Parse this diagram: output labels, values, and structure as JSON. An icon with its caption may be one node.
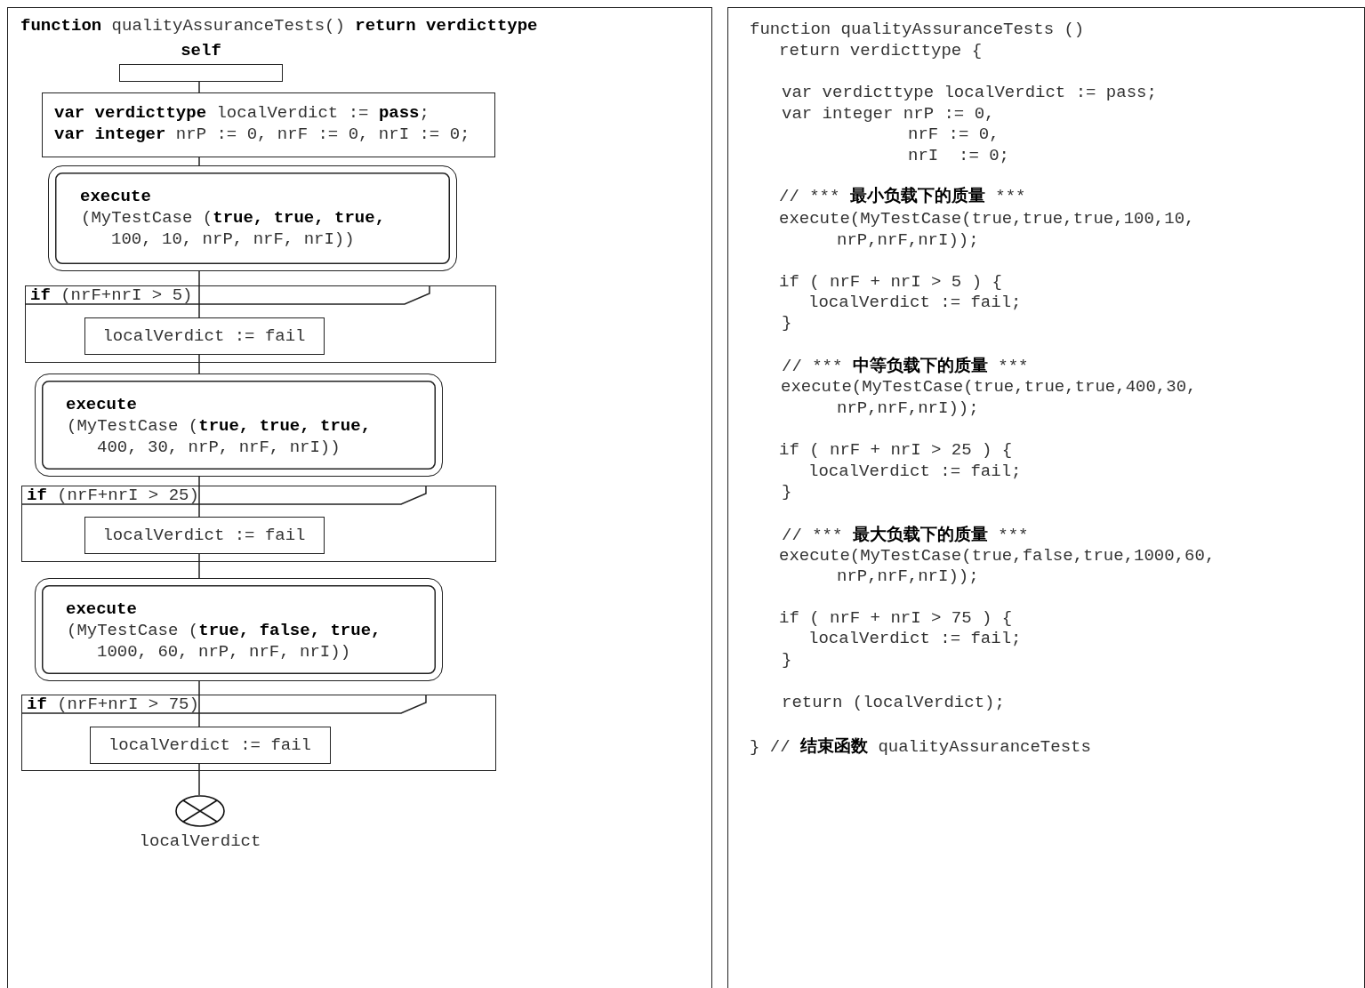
{
  "diagram": {
    "nodes": [
      {
        "text": [
          "**function** qualityAssuranceTests() **return verdicttype**"
        ]
      },
      {
        "text": [
          "self"
        ],
        "in": 0
      },
      {
        "text": [
          "**var verdicttype** localVerdict := **pass**;",
          "**var integer** nrP := 0, nrF := 0, nrI := 0;"
        ],
        "in": 0
      },
      {
        "text": [
          "execute",
          "(MyTestCase (**true, true, true,** 100, 10, nrP, nrF, nrI))"
        ],
        "in": 0
      },
      {
        "text": [
          "**if** (nrF+nrI > 5)"
        ],
        "in": 0
      },
      {
        "text": [
          "localVerdict := fail"
        ],
        "in": 4
      },
      {
        "text": [
          "execute",
          "(MyTestCase (**true, true, true,** 400, 30, nrP, nrF, nrI))"
        ],
        "in": 0
      },
      {
        "text": [
          "**if** (nrF+nrI > 25)"
        ],
        "in": 0
      },
      {
        "text": [
          "localVerdict := fail"
        ],
        "in": 7
      },
      {
        "text": [
          "execute",
          "(MyTestCase (**true, false, true,** 1000, 60, nrP, nrF, nrI))"
        ],
        "in": 0
      },
      {
        "text": [
          "**if** (nrF+nrI > 75)"
        ],
        "in": 0
      },
      {
        "text": [
          "localVerdict := fail"
        ],
        "in": 10
      },
      {
        "text": [],
        "shape": "circle",
        "beside": [
          "localVerdict"
        ],
        "in": 0
      },
      {
        "text": [
          "function qualityAssuranceTests ()",
          "return verdicttype {",
          "var verdicttype localVerdict := pass;",
          "var integer nrP := 0,",
          "nrF := 0,",
          "nrI  := 0;",
          "// *** 最小负载下的质量 ***",
          "execute(MyTestCase(true,true,true,100,10,",
          "nrP,nrF,nrI));",
          "if ( nrF + nrI > 5 ) {",
          "localVerdict := fail;",
          "}",
          "// *** 中等负载下的质量 ***",
          "execute(MyTestCase(true,true,true,400,30,",
          "nrP,nrF,nrI));",
          "if ( nrF + nrI > 25 ) {",
          "localVerdict := fail;",
          "}",
          "// *** 最大负载下的质量 ***",
          "execute(MyTestCase(true,false,true,1000,60,",
          "nrP,nrF,nrI));",
          "if ( nrF + nrI > 75 ) {",
          "localVerdict := fail;",
          "}",
          "return (localVerdict);",
          "} // 结束函数 qualityAssuranceTests"
        ]
      }
    ],
    "edges": [
      {
        "from": 1,
        "to": 2,
        "arrow": "none"
      },
      {
        "from": 2,
        "to": 3,
        "arrow": "none"
      },
      {
        "from": 3,
        "to": 5,
        "arrow": "none"
      },
      {
        "from": 5,
        "to": 6,
        "arrow": "none"
      },
      {
        "from": 6,
        "to": 8,
        "arrow": "none"
      },
      {
        "from": 8,
        "to": 9,
        "arrow": "none"
      },
      {
        "from": 9,
        "to": 11,
        "arrow": "none"
      },
      {
        "from": 11,
        "to": 12,
        "arrow": "none"
      }
    ]
  }
}
